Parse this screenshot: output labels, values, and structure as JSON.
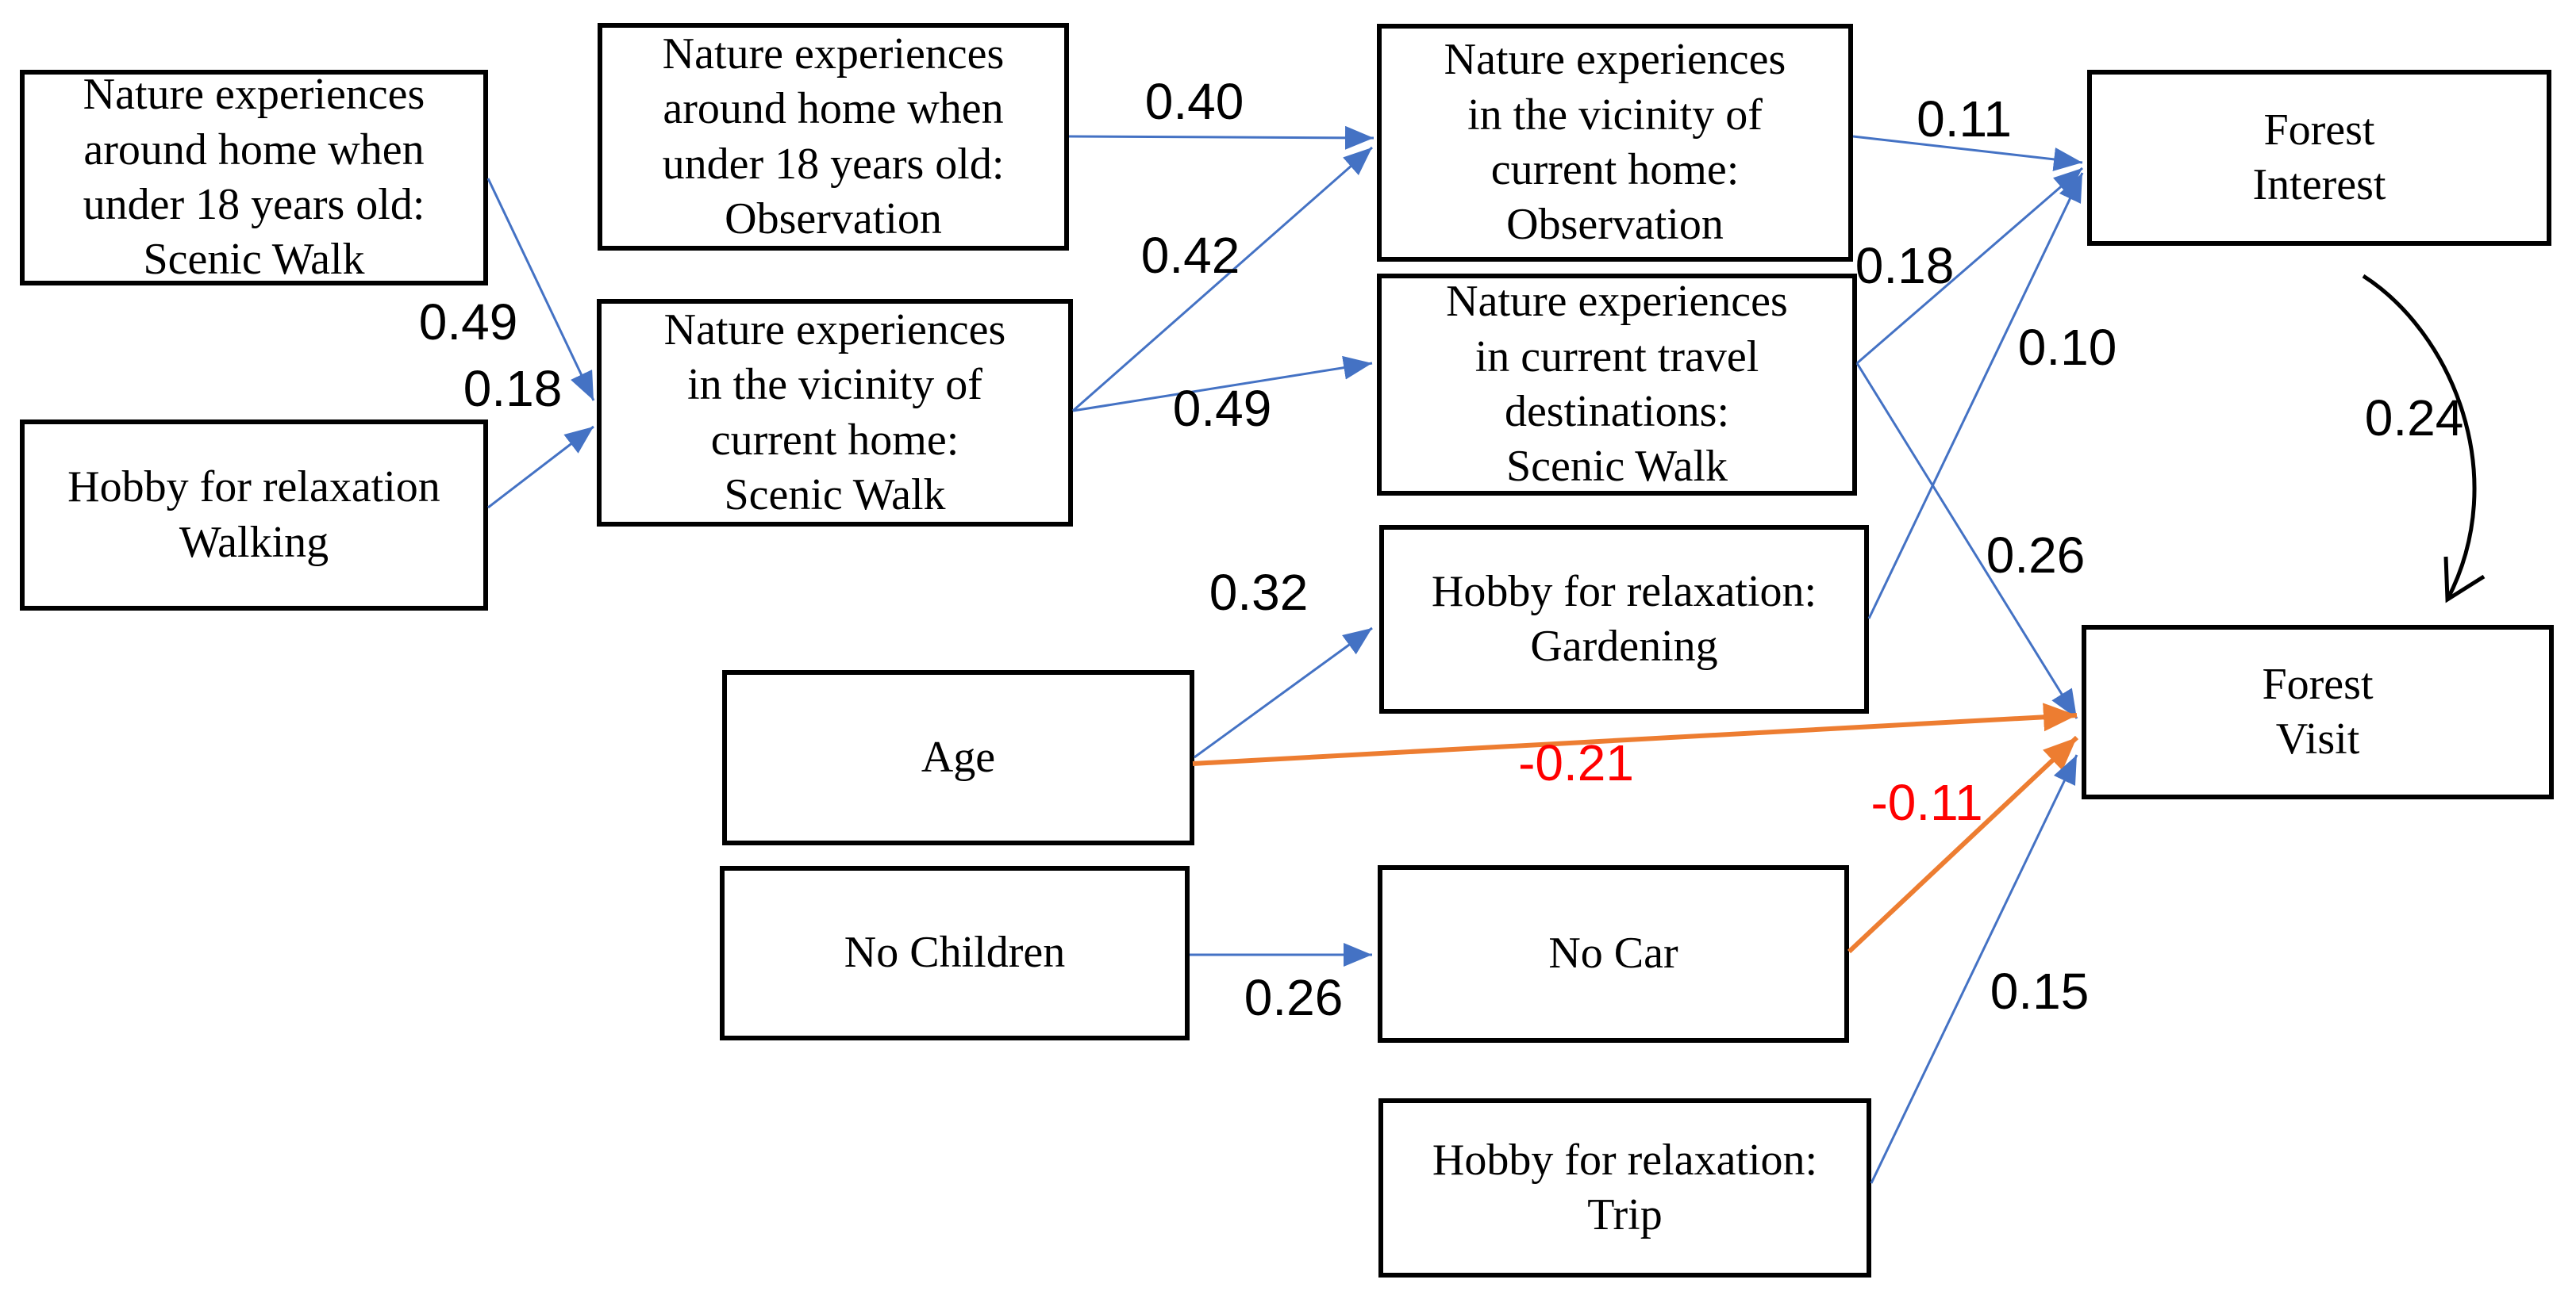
{
  "colors": {
    "positive_path": "#4472C4",
    "negative_path": "#ED7D31",
    "negative_label": "#FF0000",
    "ink": "#000000",
    "background": "#FFFFFF"
  },
  "nodes": [
    {
      "id": "childhood-scenic-walk",
      "label": "Nature experiences\naround home when\nunder 18 years old:\nScenic Walk"
    },
    {
      "id": "hobby-walking",
      "label": "Hobby for relaxation\nWalking"
    },
    {
      "id": "childhood-observation",
      "label": "Nature experiences\naround home when\nunder 18 years old:\nObservation"
    },
    {
      "id": "vicinity-scenic-walk",
      "label": "Nature experiences\nin the vicinity  of\ncurrent home:\nScenic Walk"
    },
    {
      "id": "vicinity-observation",
      "label": "Nature experiences\nin the vicinity  of\ncurrent home:\nObservation"
    },
    {
      "id": "travel-scenic-walk",
      "label": "Nature experiences\nin current travel\ndestinations:\nScenic Walk"
    },
    {
      "id": "gardening",
      "label": "Hobby for relaxation:\nGardening"
    },
    {
      "id": "age",
      "label": "Age"
    },
    {
      "id": "no-children",
      "label": "No Children"
    },
    {
      "id": "no-car",
      "label": "No Car"
    },
    {
      "id": "trip",
      "label": "Hobby for relaxation:\nTrip"
    },
    {
      "id": "forest-interest",
      "label": "Forest\nInterest"
    },
    {
      "id": "forest-visit",
      "label": "Forest\nVisit"
    }
  ],
  "edges": [
    {
      "from": "childhood-scenic-walk",
      "to": "vicinity-scenic-walk",
      "value": "0.49",
      "sign": "positive"
    },
    {
      "from": "hobby-walking",
      "to": "vicinity-scenic-walk",
      "value": "0.18",
      "sign": "positive"
    },
    {
      "from": "childhood-observation",
      "to": "vicinity-observation",
      "value": "0.40",
      "sign": "positive"
    },
    {
      "from": "vicinity-scenic-walk",
      "to": "vicinity-observation",
      "value": "0.42",
      "sign": "positive"
    },
    {
      "from": "vicinity-scenic-walk",
      "to": "travel-scenic-walk",
      "value": "0.49",
      "sign": "positive"
    },
    {
      "from": "vicinity-observation",
      "to": "forest-interest",
      "value": "0.11",
      "sign": "positive"
    },
    {
      "from": "travel-scenic-walk",
      "to": "forest-interest",
      "value": "0.18",
      "sign": "positive"
    },
    {
      "from": "gardening",
      "to": "forest-interest",
      "value": "0.10",
      "sign": "positive"
    },
    {
      "from": "travel-scenic-walk",
      "to": "forest-visit",
      "value": "0.26",
      "sign": "positive"
    },
    {
      "from": "age",
      "to": "gardening",
      "value": "0.32",
      "sign": "positive"
    },
    {
      "from": "age",
      "to": "forest-visit",
      "value": "-0.21",
      "sign": "negative"
    },
    {
      "from": "no-children",
      "to": "no-car",
      "value": "0.26",
      "sign": "positive"
    },
    {
      "from": "no-car",
      "to": "forest-visit",
      "value": "-0.11",
      "sign": "negative"
    },
    {
      "from": "trip",
      "to": "forest-visit",
      "value": "0.15",
      "sign": "positive"
    }
  ],
  "covariance": {
    "between": [
      "forest-interest",
      "forest-visit"
    ],
    "value": "0.24"
  }
}
